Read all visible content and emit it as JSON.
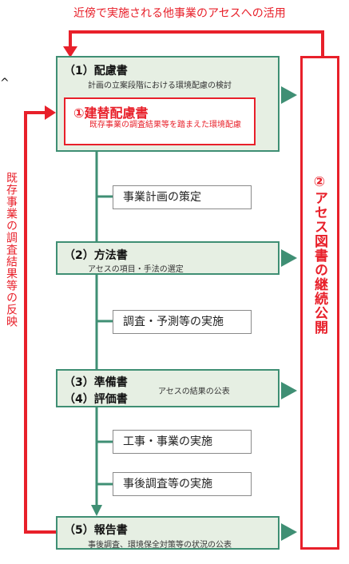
{
  "top_label": "近傍で実施される他事業のアセスへの活用",
  "stages": {
    "s1": {
      "title": "（1）配慮書",
      "sub": "計画の立案段階における環境配慮の検討"
    },
    "s1_red": {
      "title": "①建替配慮書",
      "sub": "既存事業の調査結果等を踏まえた環境配慮"
    },
    "s2": {
      "title": "（2）方法書",
      "sub": "アセスの項目・手法の選定"
    },
    "s3": {
      "title3": "（3）準備書",
      "title4": "（4）評価書",
      "sub": "アセスの結果の公表"
    },
    "s5": {
      "title": "（5）報告書",
      "sub": "事後調査、環境保全対策等の状況の公表"
    }
  },
  "steps": {
    "a": "事業計画の策定",
    "b": "調査・予測等の実施",
    "c": "工事・事業の実施",
    "d": "事後調査等の実施"
  },
  "left_label": "既存事業の調査結果等の反映",
  "right_label": "②アセス図書の継続公開",
  "caret": "^",
  "colors": {
    "red": "#e8202a",
    "green": "#3f8f74",
    "stage_bg": "#e6efe3"
  }
}
